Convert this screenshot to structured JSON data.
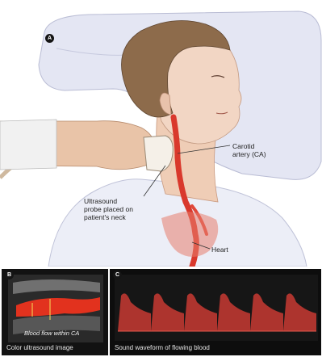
{
  "figure": {
    "panel_a": {
      "badge": "A",
      "labels": {
        "carotid_artery": "Carotid\nartery (CA)",
        "ultrasound_probe": "Ultrasound\nprobe placed on\npatient's neck",
        "heart": "Heart"
      }
    },
    "panel_b": {
      "badge": "B",
      "inner_caption": "Blood flow within CA",
      "caption": "Color ultrasound image"
    },
    "panel_c": {
      "badge": "C",
      "caption": "Sound waveform of flowing blood"
    }
  },
  "colors": {
    "artery": "#d9382c",
    "skin": "#f0d3c0",
    "hair": "#8a6a4a",
    "panel_bg": "#111111",
    "waveform": "#c83a32"
  }
}
